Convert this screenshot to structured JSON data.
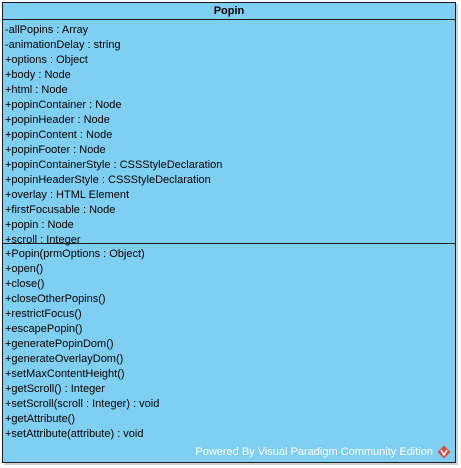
{
  "class": {
    "name": "Popin",
    "attributes": [
      "-allPopins : Array",
      "-animationDelay : string",
      "+options : Object",
      "+body : Node",
      "+html : Node",
      "+popinContainer : Node",
      "+popinHeader : Node",
      "+popinContent : Node",
      "+popinFooter : Node",
      "+popinContainerStyle : CSSStyleDeclaration",
      "+popinHeaderStyle : CSSStyleDeclaration",
      "+overlay : HTML Element",
      "+firstFocusable : Node",
      "+popin : Node",
      "+scroll : Integer"
    ],
    "operations": [
      "+Popin(prmOptions : Object)",
      "+open()",
      "+close()",
      "+closeOtherPopins()",
      "+restrictFocus()",
      "+escapePopin()",
      "+generatePopinDom()",
      "+generateOverlayDom()",
      "+setMaxContentHeight()",
      "+getScroll() : Integer",
      "+setScroll(scroll : Integer) : void",
      "+getAttribute()",
      "+setAttribute(attribute) : void"
    ]
  },
  "footer": {
    "text": "Powered By Visual Paradigm Community Edition",
    "logo_icon": "visual-paradigm-logo-icon",
    "logo_color": "#e04a3a"
  },
  "colors": {
    "class_fill": "#7fcff2",
    "border": "#1a1a1a"
  }
}
